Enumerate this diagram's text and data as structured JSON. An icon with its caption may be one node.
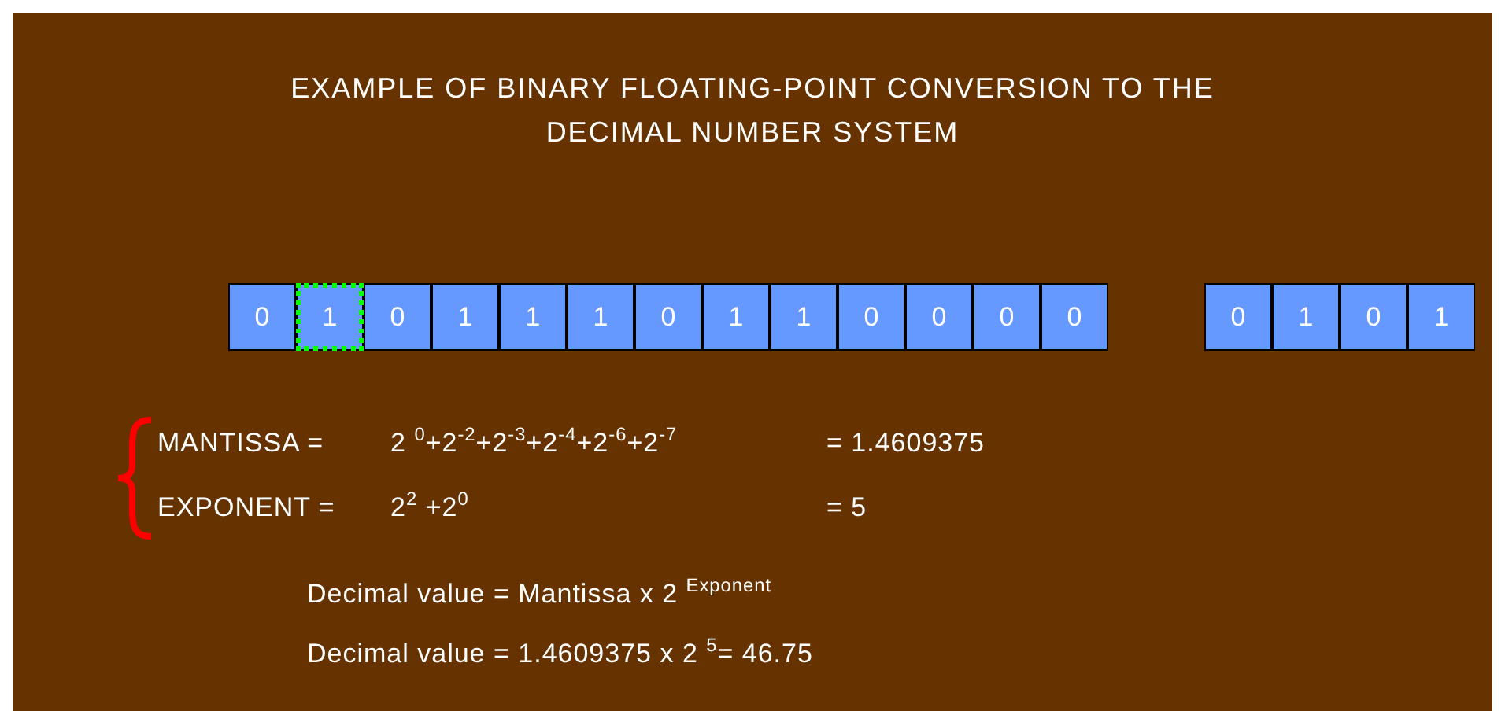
{
  "diagram": {
    "title": "EXAMPLE OF BINARY FLOATING-POINT CONVERSION TO THE DECIMAL NUMBER SYSTEM",
    "labels": [
      "0",
      "1",
      "0",
      "1",
      "1",
      "1",
      "0",
      "1",
      "1",
      "0",
      "0",
      "0",
      "0",
      "0",
      "1",
      "0",
      "1",
      "MANTISSA =",
      "2 $^{0}$+2$^{-2}$+2$^{-3}$+2$^{-4}$+2$^{-6}$+2$^{-7}$",
      "= 1.4609375",
      "EXPONENT =",
      "2$^{2}$ +2$^{0}$",
      "= 5",
      "Decimal value = Mantissa x 2 $^{Exponent}$",
      "Decimal value = 1.4609375 x 2 $^{5}$= 46.75"
    ]
  }
}
